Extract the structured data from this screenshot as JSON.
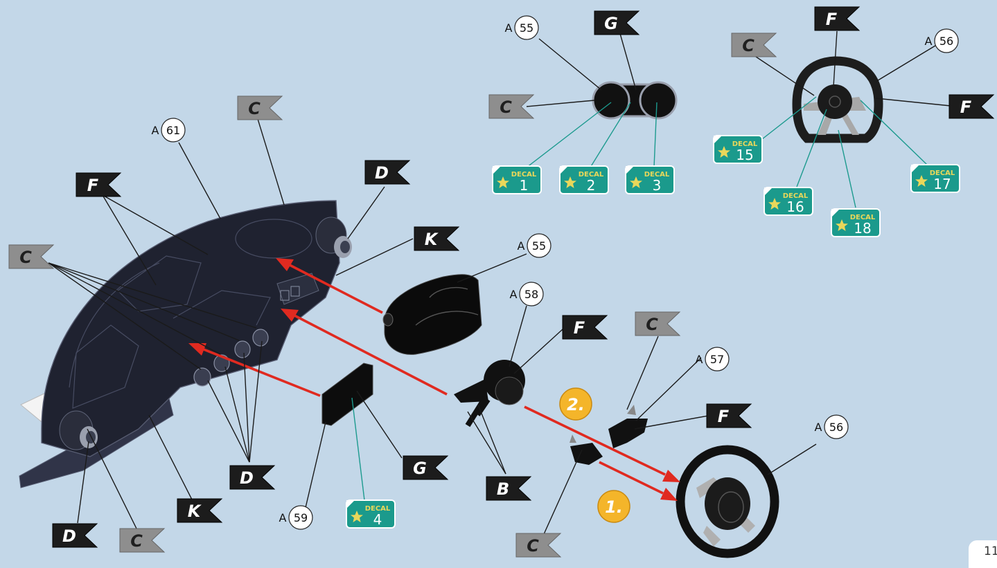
{
  "page_number": "11",
  "colors": {
    "background": "#c3d7e8",
    "flag_dark": "#1c1c1c",
    "flag_grey": "#8e8e8e",
    "decal_green": "#1b9a8c",
    "arrow_red": "#e02a20",
    "step_badge": "#f4b52a"
  },
  "decal_word": "DECAL",
  "flags": [
    {
      "id": "f-g-top",
      "letter": "G",
      "style": "dark"
    },
    {
      "id": "f-c-gauge",
      "letter": "C",
      "style": "grey"
    },
    {
      "id": "f-f-wheeltop",
      "letter": "F",
      "style": "dark"
    },
    {
      "id": "f-c-wheeltop",
      "letter": "C",
      "style": "grey"
    },
    {
      "id": "f-f-wheelright",
      "letter": "F",
      "style": "dark"
    },
    {
      "id": "f-c-dash",
      "letter": "C",
      "style": "grey"
    },
    {
      "id": "f-f-dash",
      "letter": "F",
      "style": "dark"
    },
    {
      "id": "f-d-dashright",
      "letter": "D",
      "style": "dark"
    },
    {
      "id": "f-k-dashright",
      "letter": "K",
      "style": "dark"
    },
    {
      "id": "f-c-vents",
      "letter": "C",
      "style": "grey"
    },
    {
      "id": "f-f-column",
      "letter": "F",
      "style": "dark"
    },
    {
      "id": "f-c-mount",
      "letter": "C",
      "style": "grey"
    },
    {
      "id": "f-f-mount",
      "letter": "F",
      "style": "dark"
    },
    {
      "id": "f-g-screen",
      "letter": "G",
      "style": "dark"
    },
    {
      "id": "f-b-stalks",
      "letter": "B",
      "style": "dark"
    },
    {
      "id": "f-d-vents",
      "letter": "D",
      "style": "dark"
    },
    {
      "id": "f-k-dashbottom",
      "letter": "K",
      "style": "dark"
    },
    {
      "id": "f-d-leftvent",
      "letter": "D",
      "style": "dark"
    },
    {
      "id": "f-c-leftvent",
      "letter": "C",
      "style": "grey"
    },
    {
      "id": "f-c-bottom",
      "letter": "C",
      "style": "grey"
    }
  ],
  "part_labels": [
    {
      "id": "p-55-top",
      "prefix": "A",
      "number": "55"
    },
    {
      "id": "p-56-top",
      "prefix": "A",
      "number": "56"
    },
    {
      "id": "p-61",
      "prefix": "A",
      "number": "61"
    },
    {
      "id": "p-55-mid",
      "prefix": "A",
      "number": "55"
    },
    {
      "id": "p-58",
      "prefix": "A",
      "number": "58"
    },
    {
      "id": "p-57",
      "prefix": "A",
      "number": "57"
    },
    {
      "id": "p-56-bottom",
      "prefix": "A",
      "number": "56"
    },
    {
      "id": "p-59",
      "prefix": "A",
      "number": "59"
    }
  ],
  "decals": [
    {
      "id": "d-1",
      "number": "1"
    },
    {
      "id": "d-2",
      "number": "2"
    },
    {
      "id": "d-3",
      "number": "3"
    },
    {
      "id": "d-15",
      "number": "15"
    },
    {
      "id": "d-16",
      "number": "16"
    },
    {
      "id": "d-17",
      "number": "17"
    },
    {
      "id": "d-18",
      "number": "18"
    },
    {
      "id": "d-4",
      "number": "4"
    }
  ],
  "steps": [
    {
      "id": "s-2",
      "label": "2."
    },
    {
      "id": "s-1",
      "label": "1."
    }
  ],
  "icons": {
    "flag": "flag-icon",
    "decal": "decal-star-icon",
    "step": "step-badge-icon"
  }
}
